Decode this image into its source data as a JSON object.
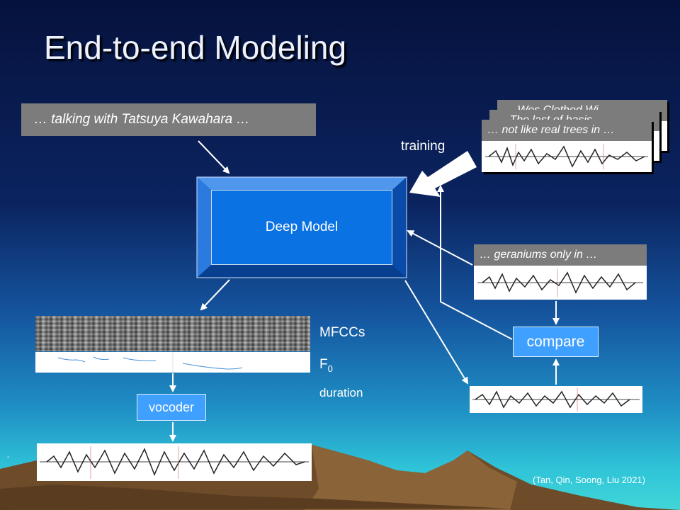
{
  "slide": {
    "title": "End-to-end Modeling",
    "prompt_text": "… talking with Tatsuya Kawahara …",
    "training_label": "training",
    "deep_model_label": "Deep Model",
    "training_samples": [
      "… Wes Clothed Wi…",
      "… The last of basis…",
      "… not like real trees in …"
    ],
    "reference_text": "… geraniums only in …",
    "compare_label": "compare",
    "vocoder_label": "vocoder",
    "features": {
      "mfcc": "MFCCs",
      "f0_main": "F",
      "f0_sub": "0",
      "duration": "duration"
    },
    "citation": "(Tan, Qin, Soong, Liu 2021)",
    "dash_mark": "-"
  }
}
